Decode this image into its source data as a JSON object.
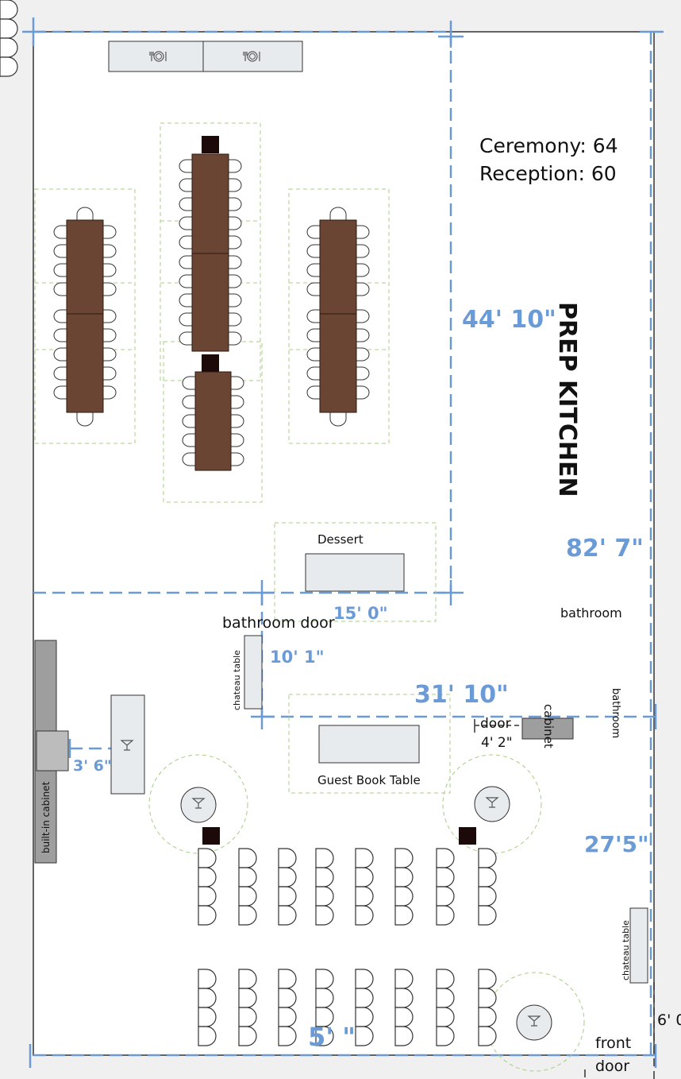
{
  "capacity": {
    "ceremony": "Ceremony: 64",
    "reception": "Reception: 60"
  },
  "rooms": {
    "prep_kitchen": "PREP KITCHEN",
    "bathroom_1": "bathroom",
    "bathroom_2": "bathroom"
  },
  "labels": {
    "dessert": "Dessert",
    "bathroom_door": "bathroom door",
    "chateau_table_1": "chateau table",
    "chateau_table_2": "chateau table",
    "guest_book_table": "Guest Book Table",
    "door": "door",
    "cabinet": "cabinet",
    "built_in_cabinet": "built-in cabinet",
    "front_door_1": "front",
    "front_door_2": "door"
  },
  "dimensions": {
    "d_44_10": "44' 10\"",
    "d_82_7": "82' 7\"",
    "d_15_0": "15' 0\"",
    "d_10_1": "10' 1\"",
    "d_31_10": "31' 10\"",
    "d_4_2": "4' 2\"",
    "d_3_6": "3' 6\"",
    "d_27_5": "27'5\"",
    "d_6_0": "6' 0",
    "d_bottom": "5' \""
  },
  "colors": {
    "wall": "#333333",
    "dimension_line": "#6b9bd6",
    "table_wood": "#6b4533",
    "table_light": "#e8ebee",
    "zone_dash": "#a8cc86",
    "chair_marker": "#1c0a0a",
    "cabinet_gray": "#9e9e9e"
  },
  "icons": {
    "place_setting": "plate-fork-knife-icon",
    "cocktail": "cocktail-glass-icon"
  }
}
